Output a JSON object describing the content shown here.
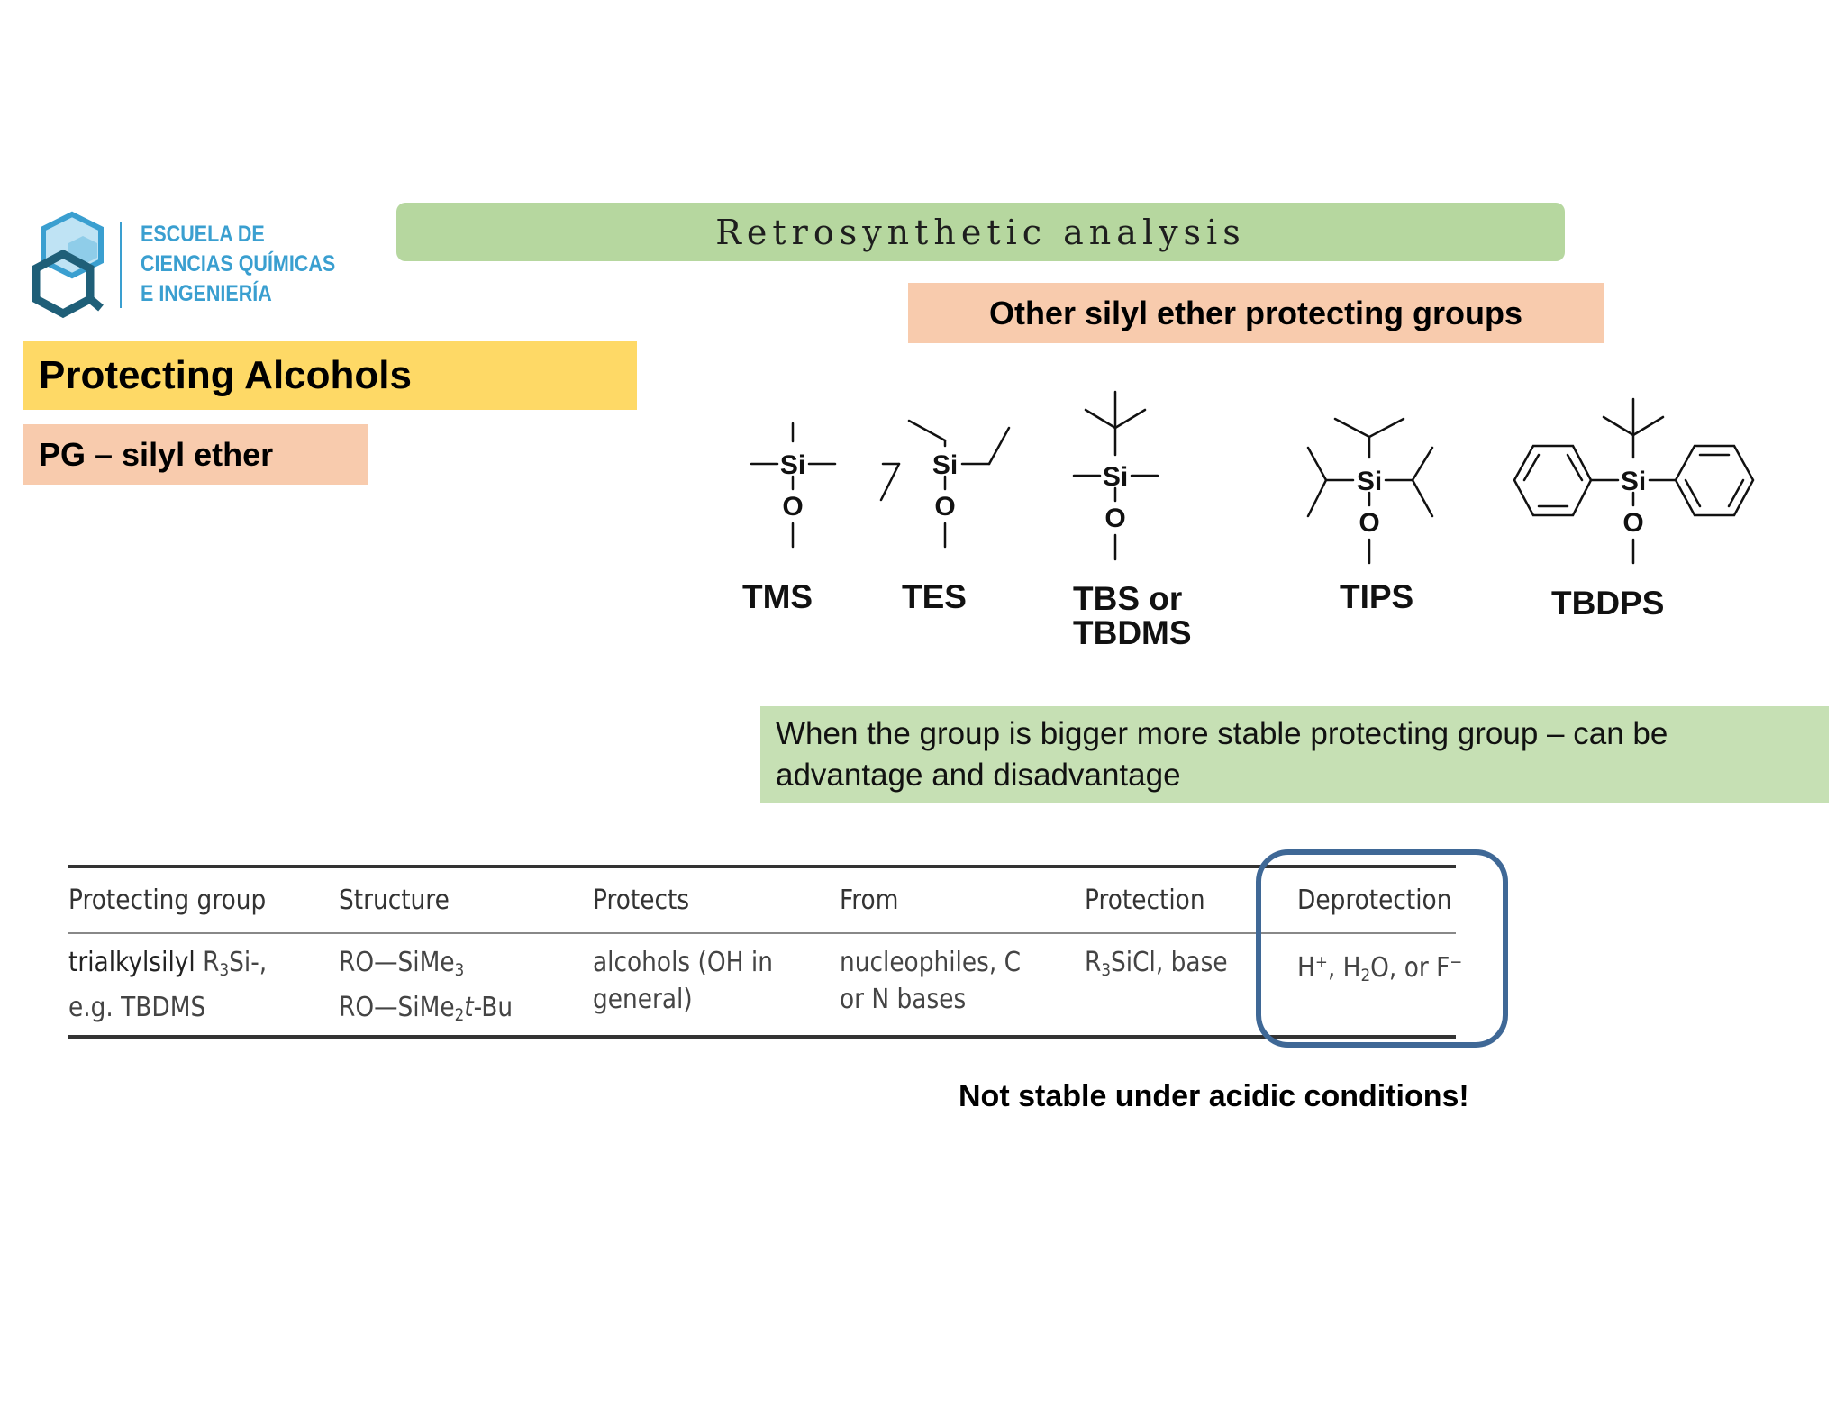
{
  "header": {
    "logo_lines": [
      "ESCUELA DE",
      "CIENCIAS QUÍMICAS",
      "E INGENIERÍA"
    ],
    "title": "Retrosynthetic analysis",
    "subtitle": "Other silyl ether protecting groups"
  },
  "left": {
    "heading": "Protecting Alcohols",
    "subheading": "PG – silyl ether"
  },
  "structures": {
    "atom_si": "Si",
    "atom_o": "O",
    "groups": [
      "TMS",
      "TES",
      "TBS or",
      "TBDMS",
      "TIPS",
      "TBDPS"
    ]
  },
  "note": "When the group is bigger more stable protecting group – can be advantage and disadvantage",
  "table": {
    "headers": [
      "Protecting group",
      "Structure",
      "Protects",
      "From",
      "Protection",
      "Deprotection"
    ],
    "row": {
      "group_line1_a": "trialkylsilyl",
      "group_line1_b": "R",
      "group_line1_sub": "3",
      "group_line1_c": "Si-,",
      "group_line2": "e.g. TBDMS",
      "structure_line1": "RO—SiMe",
      "structure_line1_sub": "3",
      "structure_line2_a": "RO—SiMe",
      "structure_line2_sub": "2",
      "structure_line2_b": "t",
      "structure_line2_c": "-Bu",
      "protects_line1": "alcohols (OH in",
      "protects_line2": "general)",
      "from_line1": "nucleophiles, C",
      "from_line2": "or N bases",
      "protection_a": "R",
      "protection_sub": "3",
      "protection_b": "SiCl, base",
      "deprotection_a": "H",
      "deprotection_sup1": "+",
      "deprotection_b": ", H",
      "deprotection_sub": "2",
      "deprotection_c": "O, or F",
      "deprotection_sup2": "−"
    }
  },
  "warning": "Not stable under acidic conditions!",
  "colors": {
    "title_banner": "#b6d79f",
    "salmon_banner": "#f8cbad",
    "yellow_banner": "#fed966",
    "note_banner": "#c6e0b4",
    "logo_blue": "#3a9fd0",
    "highlight_border": "#3f6896"
  }
}
